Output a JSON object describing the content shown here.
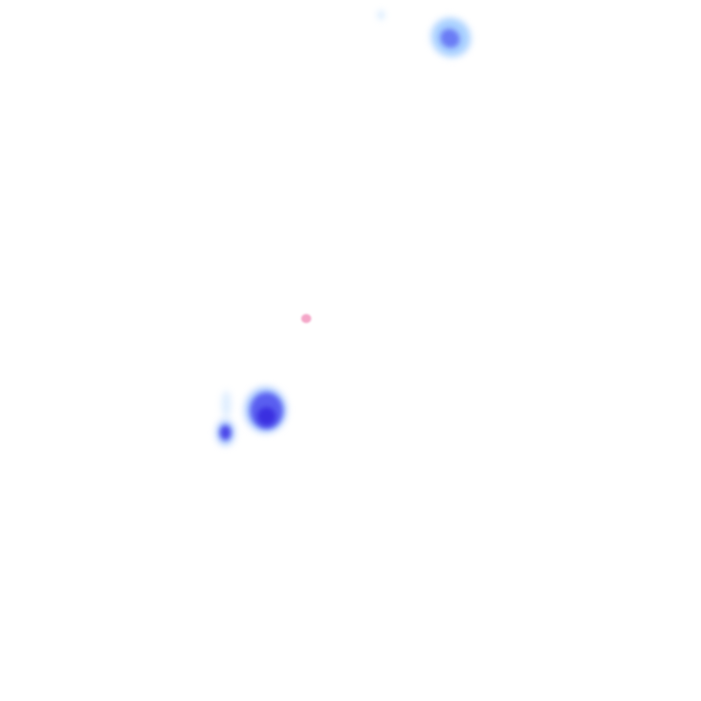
{
  "map": {
    "layer": "precipitation-radar",
    "colors": {
      "light": "#a8d0ff",
      "medium": "#6a7cf5",
      "heavy": "#3a2fe0",
      "mixed": "#f4a6c8",
      "background": "#ffffff"
    },
    "cells": [
      {
        "name": "cell-north-east",
        "intensity": "medium"
      },
      {
        "name": "cell-south-west-large",
        "intensity": "heavy"
      },
      {
        "name": "cell-south-west-small",
        "intensity": "medium"
      },
      {
        "name": "speck-center",
        "intensity": "mixed"
      }
    ]
  }
}
